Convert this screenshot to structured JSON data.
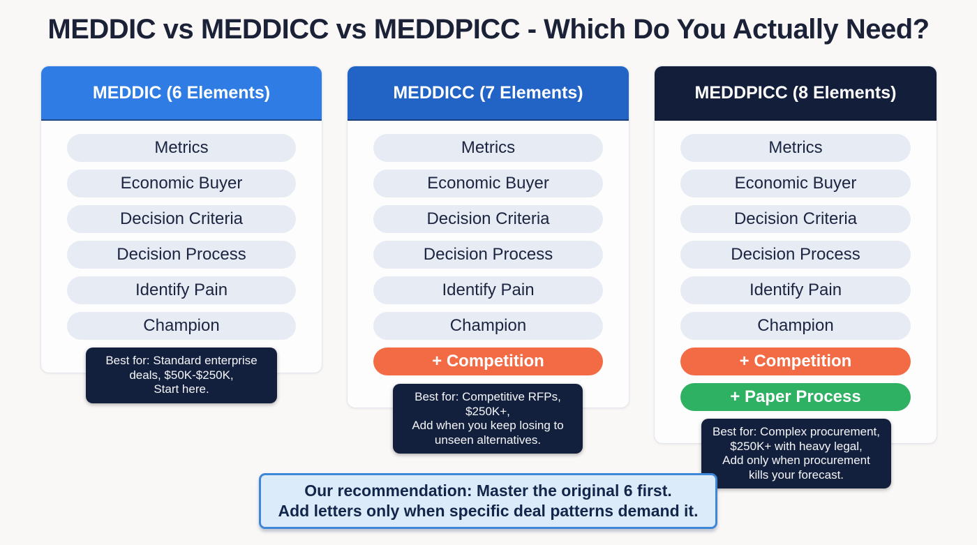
{
  "page": {
    "title": "MEDDIC vs MEDDICC vs MEDDPICC - Which Do You Actually Need?"
  },
  "colors": {
    "background": "#faf8f6",
    "title_text": "#1b2238",
    "card_border": "#e3e6ec",
    "header_blue_bright": "#2e7ce4",
    "header_blue_dark": "#2263c6",
    "header_navy": "#131f3a",
    "pill_background": "#e7ebf3",
    "pill_text": "#1b2440",
    "competition_orange": "#f26b44",
    "paper_process_green": "#2fb163",
    "best_for_background": "#13203d",
    "recommendation_background": "#dcebf9",
    "recommendation_border": "#3e86d8"
  },
  "columns": [
    {
      "header": "MEDDIC (6 Elements)",
      "pills": [
        "Metrics",
        "Economic Buyer",
        "Decision Criteria",
        "Decision Process",
        "Identify Pain",
        "Champion"
      ],
      "extra_pills": [],
      "best_for_lines": [
        "Best for: Standard enterprise",
        "deals, $50K-$250K,",
        "Start here."
      ]
    },
    {
      "header": "MEDDICC (7 Elements)",
      "pills": [
        "Metrics",
        "Economic Buyer",
        "Decision Criteria",
        "Decision Process",
        "Identify Pain",
        "Champion"
      ],
      "extra_pills": [
        {
          "label": "+ Competition",
          "color": "#f26b44"
        }
      ],
      "best_for_lines": [
        "Best for: Competitive RFPs,",
        "$250K+,",
        "Add when you keep losing to",
        "unseen alternatives."
      ]
    },
    {
      "header": "MEDDPICC (8 Elements)",
      "pills": [
        "Metrics",
        "Economic Buyer",
        "Decision Criteria",
        "Decision Process",
        "Identify Pain",
        "Champion"
      ],
      "extra_pills": [
        {
          "label": "+ Competition",
          "color": "#f26b44"
        },
        {
          "label": "+ Paper Process",
          "color": "#2fb163"
        }
      ],
      "best_for_lines": [
        "Best for: Complex procurement,",
        "$250K+ with heavy legal,",
        "Add only when procurement",
        "kills your forecast."
      ]
    }
  ],
  "recommendation": {
    "line1": "Our recommendation: Master the original 6 first.",
    "line2": "Add letters only when specific deal patterns demand it."
  }
}
